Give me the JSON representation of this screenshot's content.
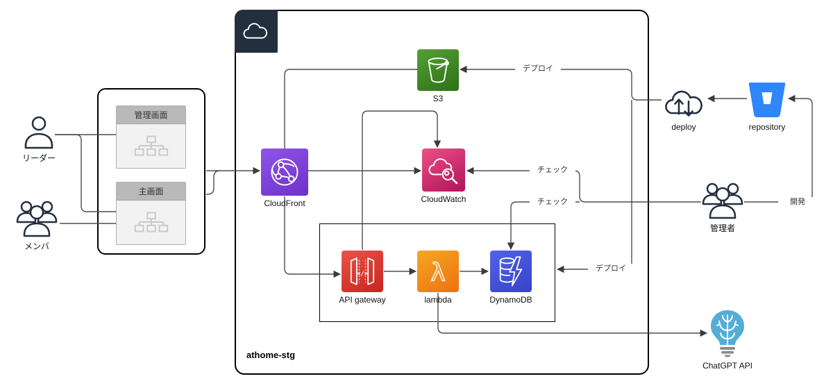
{
  "diagram": {
    "type": "aws-architecture",
    "container_label": "athome-stg",
    "line_color": "#4d4d4d",
    "border_color": "#000000",
    "aws_dark": "#232F3E"
  },
  "actors": {
    "leader": {
      "label": "リーダー"
    },
    "member": {
      "label": "メンバ"
    },
    "admin": {
      "label": "管理者"
    }
  },
  "screens": {
    "admin_screen": {
      "label": "管理画面"
    },
    "main_screen": {
      "label": "主画面"
    }
  },
  "aws_nodes": {
    "cloudfront": {
      "label": "CloudFront",
      "color": "#7B3FD6"
    },
    "s3": {
      "label": "S3",
      "color": "#3F8624"
    },
    "cloudwatch": {
      "label": "CloudWatch",
      "color": "#D6246E"
    },
    "api_gateway": {
      "label": "API gateway",
      "color": "#D64034"
    },
    "lambda": {
      "label": "lambda",
      "color": "#ED7100"
    },
    "dynamodb": {
      "label": "DynamoDB",
      "color": "#4053D6"
    }
  },
  "external_nodes": {
    "deploy": {
      "label": "deploy"
    },
    "repository": {
      "label": "repository",
      "color": "#2E86F8"
    },
    "chatgpt_api": {
      "label": "ChatGPT API",
      "color": "#54ADD6"
    }
  },
  "edge_labels": {
    "deploy_to_s3": "デプロイ",
    "deploy_to_backend": "デプロイ",
    "check_cloudwatch": "チェック",
    "check_dynamodb": "チェック",
    "develop": "開発"
  }
}
